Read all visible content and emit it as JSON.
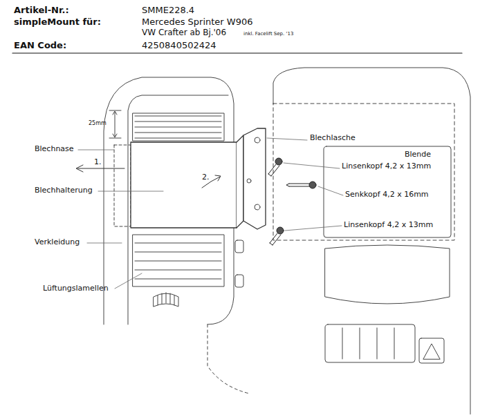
{
  "diagram": {
    "labels": [
      "Artikel-Nr.:",
      "SMME228.4",
      "simpleMount für:",
      "Mercedes Sprinter W906",
      "VW Crafter ab Bj.'06",
      "inkl. Facelift Sep. '13",
      "EAN Code:",
      "4250840502424",
      "25mm",
      "Blechnase",
      "1.",
      "Blechhalterung",
      "2.",
      "Verkleidung",
      "Lüftungslamellen",
      "Blechlasche",
      "Blende",
      "Linsenkopf 4,2 x 13mm",
      "Senkkopf 4,2 x 16mm",
      "Linsenkopf 4,2 x 13mm"
    ]
  }
}
